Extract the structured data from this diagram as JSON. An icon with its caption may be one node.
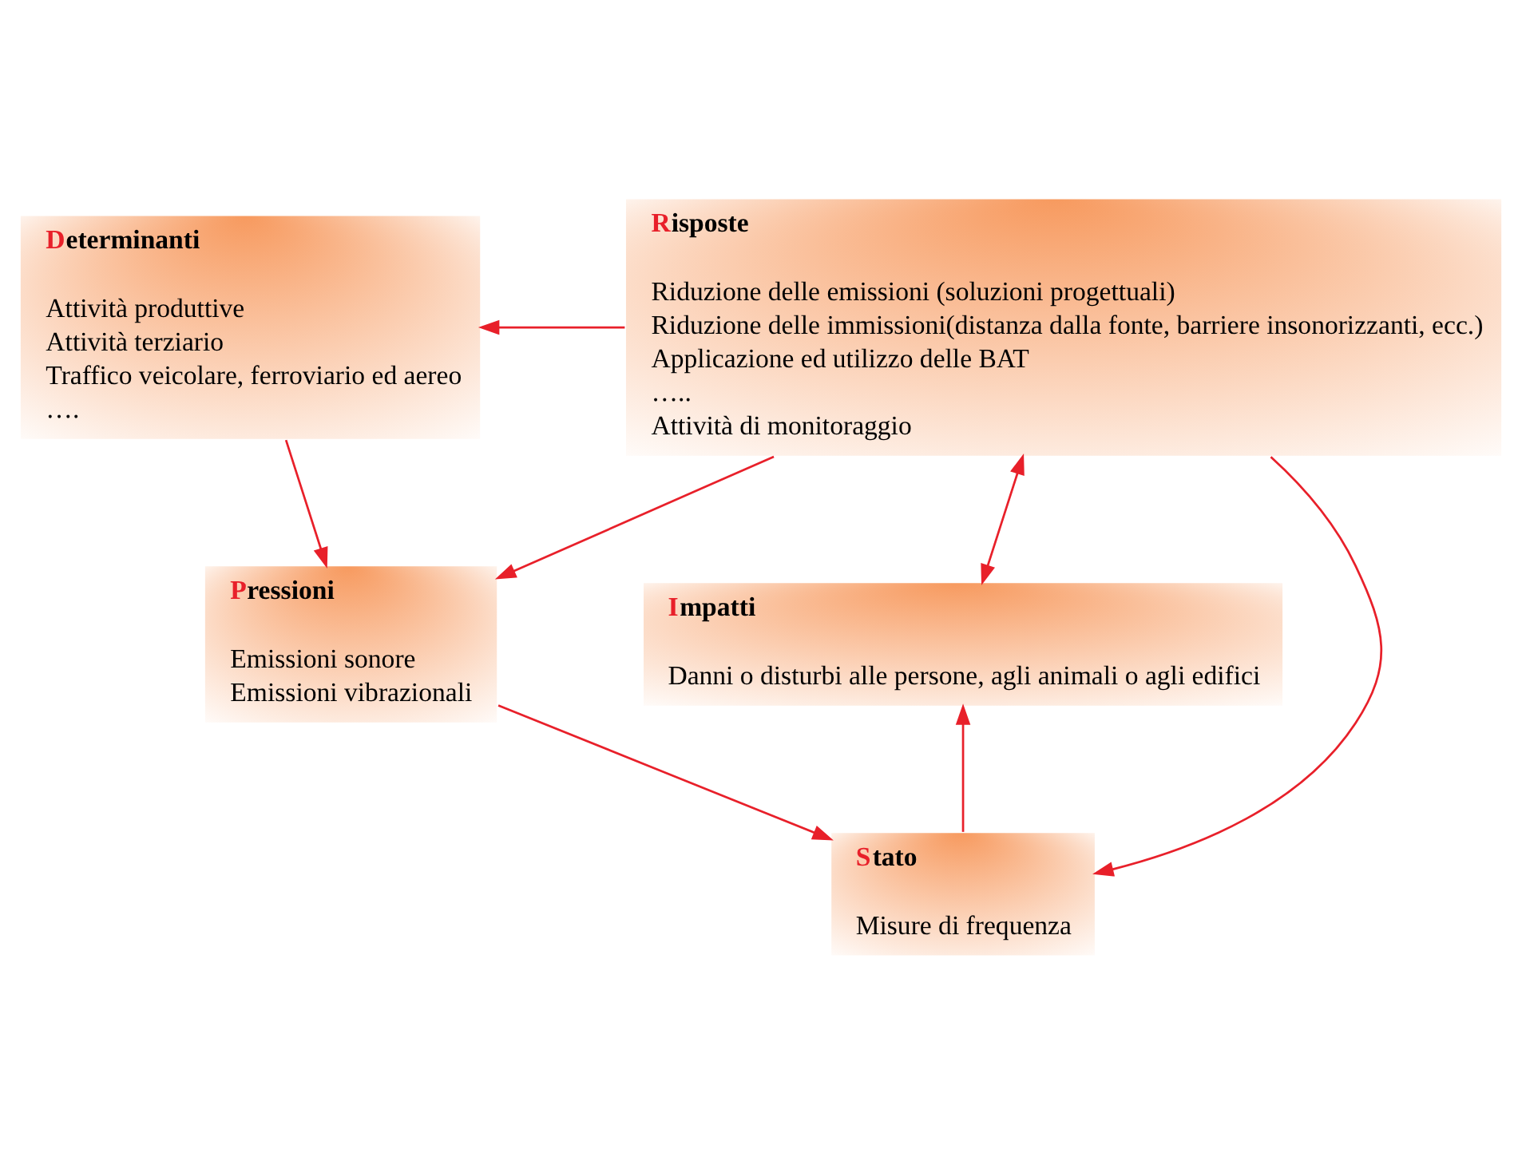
{
  "diagram": {
    "nodes": [
      {
        "text": [
          "Determinanti",
          "Attività produttive",
          "Attività terziario",
          "Traffico veicolare, ferroviario ed aereo",
          "…."
        ]
      },
      {
        "text": [
          "Risposte",
          "Riduzione delle emissioni (soluzioni progettuali)",
          "Riduzione delle immissioni(distanza dalla fonte, barriere insonorizzanti, ecc.)",
          "Applicazione ed utilizzo delle BAT",
          "…..",
          "Attività di monitoraggio"
        ]
      },
      {
        "text": [
          "Pressioni",
          "Emissioni sonore",
          "Emissioni vibrazionali"
        ]
      },
      {
        "text": [
          "Impatti",
          "Danni o disturbi alle persone, agli animali o agli edifici"
        ]
      },
      {
        "text": [
          "Stato",
          "Misure di frequenza"
        ]
      }
    ],
    "edges": [
      {
        "from": 1,
        "to": 0,
        "arrow": "to"
      },
      {
        "from": 0,
        "to": 2,
        "arrow": "to"
      },
      {
        "from": 1,
        "to": 2,
        "arrow": "to"
      },
      {
        "from": 1,
        "to": 4,
        "arrow": "to"
      },
      {
        "from": 1,
        "to": 3,
        "arrow": "both"
      },
      {
        "from": 2,
        "to": 4,
        "arrow": "to"
      },
      {
        "from": 4,
        "to": 3,
        "arrow": "to"
      }
    ]
  }
}
